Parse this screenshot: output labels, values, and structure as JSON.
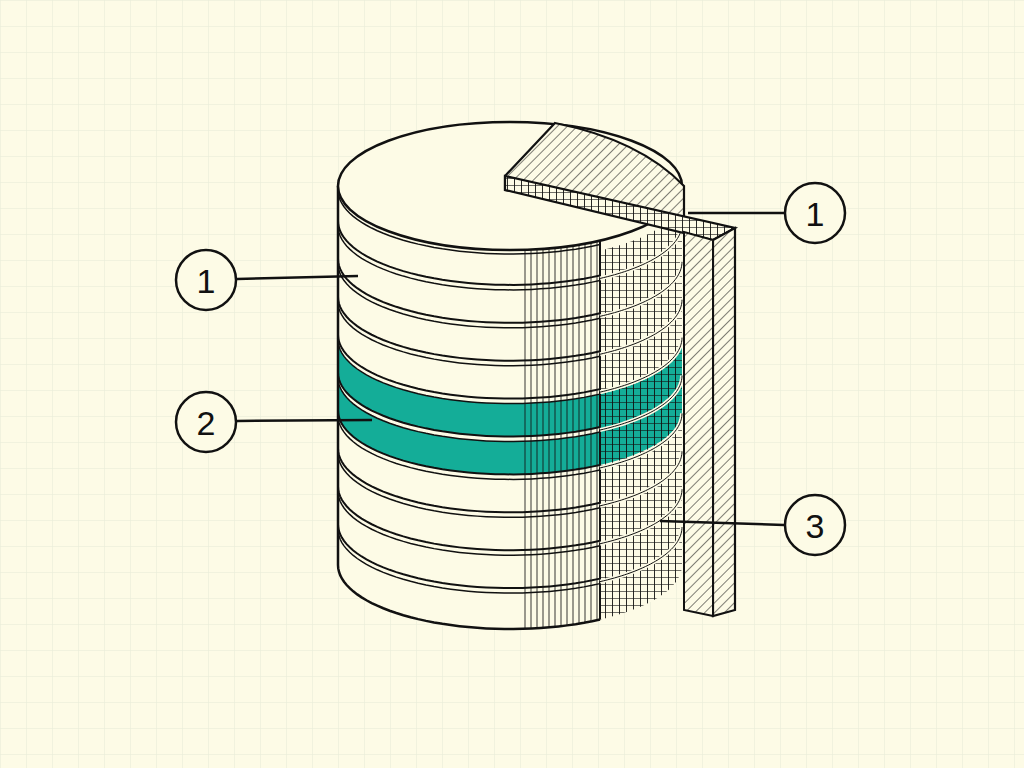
{
  "diagram": {
    "labels": [
      "1",
      "1",
      "2",
      "3"
    ]
  }
}
